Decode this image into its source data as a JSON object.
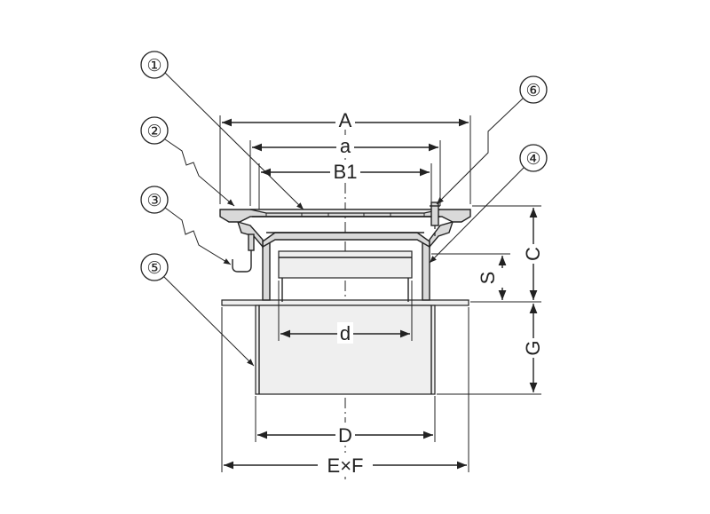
{
  "dimensions": {
    "A": "A",
    "a": "a",
    "B1": "B1",
    "d": "d",
    "D": "D",
    "ExF": "E×F",
    "S": "S",
    "C": "C",
    "G": "G"
  },
  "callouts": {
    "c1": "①",
    "c2": "②",
    "c3": "③",
    "c4": "④",
    "c5": "⑤",
    "c6": "⑥"
  }
}
